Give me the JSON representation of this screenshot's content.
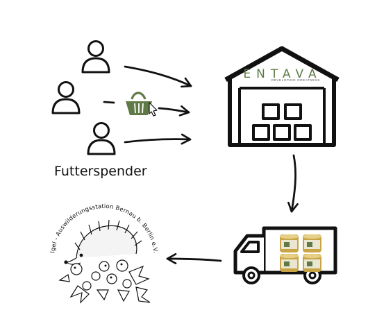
{
  "donors": {
    "label": "Futterspender",
    "count": 3
  },
  "warehouse": {
    "brand_name": "ENTAVA",
    "brand_tagline": "DEVELOPING GREATNESS"
  },
  "recipient": {
    "seal_text": "Igel - Auswilderungsstation Bernau b. Berlin e.V."
  },
  "icons": {
    "donor": "person-icon",
    "cart": "shopping-basket-icon",
    "warehouse": "warehouse-icon",
    "truck": "delivery-truck-icon",
    "cans": "food-can-icon",
    "recipient": "hedgehog-seal-icon"
  },
  "colors": {
    "ink": "#111111",
    "accent_green": "#5f7a46",
    "can_gold": "#c9a545"
  }
}
